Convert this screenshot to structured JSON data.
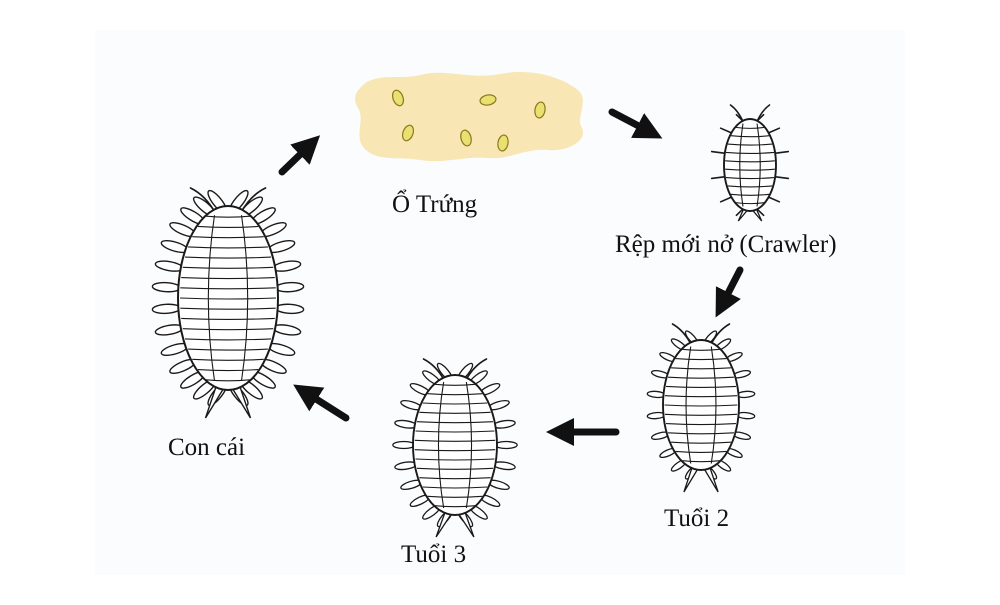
{
  "diagram": {
    "stages": [
      {
        "id": "egg",
        "label": "Ổ Trứng"
      },
      {
        "id": "crawler",
        "label": "Rệp mới nở (Crawler)"
      },
      {
        "id": "instar2",
        "label": "Tuổi 2"
      },
      {
        "id": "instar3",
        "label": "Tuổi 3"
      },
      {
        "id": "female",
        "label": "Con cái"
      }
    ],
    "colors": {
      "egg_mass": "#f8e6b4",
      "egg": "#e8e070",
      "ink": "#1a1a1a"
    }
  }
}
